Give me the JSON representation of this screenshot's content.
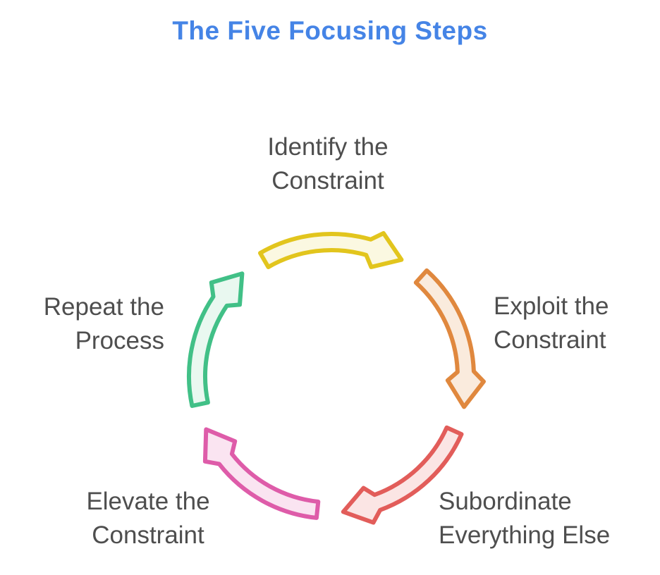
{
  "title": {
    "text": "The Five Focusing Steps",
    "color": "#4584E6"
  },
  "diagram": {
    "type": "cycle",
    "direction": "clockwise",
    "label_color": "#4E4E4E",
    "steps": [
      {
        "id": 1,
        "label": "Identify the\nConstraint",
        "position": "top",
        "arrow_color": "#E2C51D",
        "arrow_fill": "#FBF8E1"
      },
      {
        "id": 2,
        "label": "Exploit the\nConstraint",
        "position": "right",
        "arrow_color": "#E0883E",
        "arrow_fill": "#FAEBDD"
      },
      {
        "id": 3,
        "label": "Subordinate\nEverything Else",
        "position": "bottom-right",
        "arrow_color": "#E25D5A",
        "arrow_fill": "#FBE5E4"
      },
      {
        "id": 4,
        "label": "Elevate the\nConstraint",
        "position": "bottom-left",
        "arrow_color": "#DE5CA9",
        "arrow_fill": "#FAE4F1"
      },
      {
        "id": 5,
        "label": "Repeat the\nProcess",
        "position": "left",
        "arrow_color": "#41C087",
        "arrow_fill": "#E9F8F0"
      }
    ]
  }
}
